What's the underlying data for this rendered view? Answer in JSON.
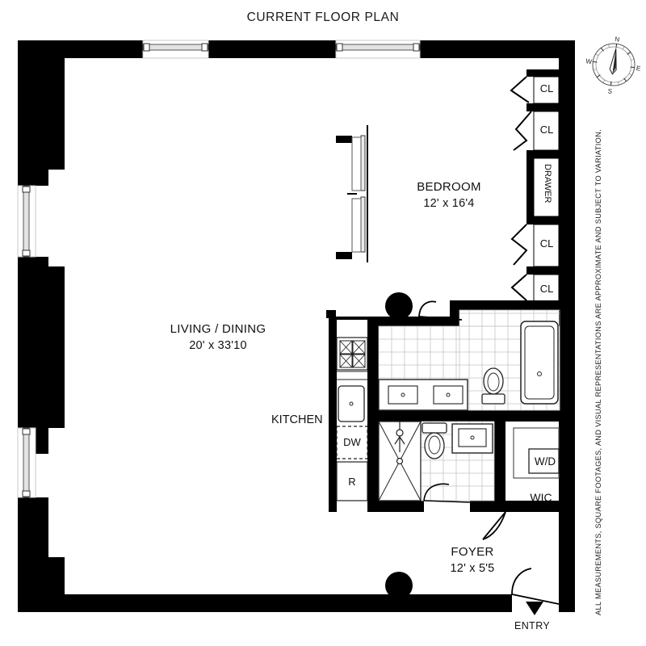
{
  "title": "CURRENT FLOOR PLAN",
  "disclaimer": "ALL MEASUREMENTS, SQUARE FOOTAGES, AND VISUAL REPRESENTATIONS ARE APPROXIMATE AND SUBJECT TO VARIATION.",
  "colors": {
    "wall": "#000000",
    "background": "#ffffff",
    "tile_grid": "#b9b9b9",
    "fixture_line": "#2b2b2b",
    "text": "#111111"
  },
  "rooms": [
    {
      "name": "LIVING / DINING",
      "dimensions": "20' x 33'10"
    },
    {
      "name": "BEDROOM",
      "dimensions": "12' x 16'4"
    },
    {
      "name": "FOYER",
      "dimensions": "12' x 5'5"
    }
  ],
  "labels": {
    "living_dining": "LIVING / DINING",
    "living_dining_dim": "20' x 33'10",
    "bedroom": "BEDROOM",
    "bedroom_dim": "12' x 16'4",
    "foyer": "FOYER",
    "foyer_dim": "12' x 5'5",
    "kitchen": "KITCHEN",
    "entry": "ENTRY",
    "wic": "WIC",
    "washer_dryer": "W/D",
    "dishwasher": "DW",
    "refrigerator": "R",
    "drawer": "DRAWER",
    "closet_1": "CL",
    "closet_2": "CL",
    "closet_3": "CL",
    "closet_4": "CL"
  },
  "closets": [
    {
      "label": "CL"
    },
    {
      "label": "CL"
    },
    {
      "label": "DRAWER"
    },
    {
      "label": "CL"
    },
    {
      "label": "CL"
    }
  ],
  "appliances": [
    {
      "label": "DW",
      "name": "dishwasher"
    },
    {
      "label": "R",
      "name": "refrigerator"
    },
    {
      "label": "W/D",
      "name": "washer-dryer"
    }
  ],
  "compass": {
    "north": "N",
    "east": "E",
    "south": "S",
    "west": "W"
  }
}
